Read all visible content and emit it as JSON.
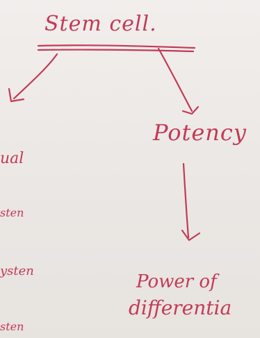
{
  "note": {
    "title": "Stem cell.",
    "right_branch": "Potency",
    "definition_line1": "Power of",
    "definition_line2": "differentia",
    "left_fragments": [
      "ual",
      "sten",
      "ysten",
      "sten"
    ]
  },
  "ink_color": "#c23a55",
  "paper_color": "#ede9e6"
}
